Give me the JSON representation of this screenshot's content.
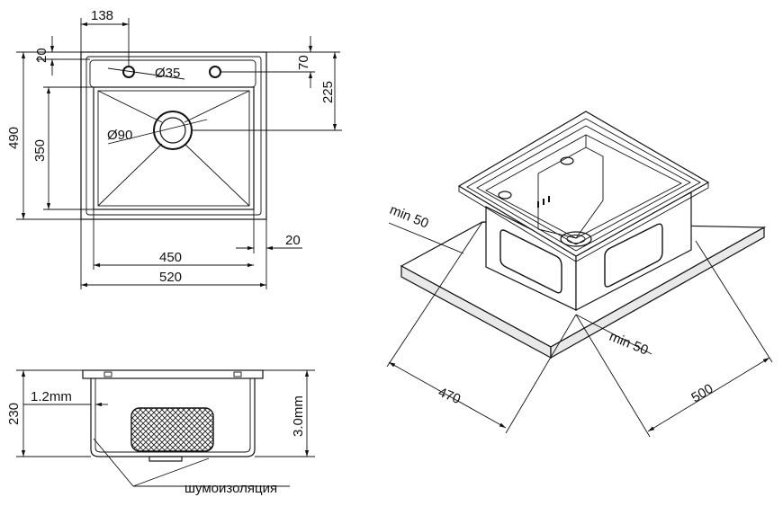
{
  "top_view": {
    "dims": {
      "d138": "138",
      "d20_top": "20",
      "d70": "70",
      "d225": "225",
      "d35": "Ø35",
      "d90": "Ø90",
      "d490": "490",
      "d350": "350",
      "d450": "450",
      "d20_bottom": "20",
      "d520": "520"
    }
  },
  "side_view": {
    "dims": {
      "d230": "230",
      "d12": "1.2mm",
      "d30": "3.0mm"
    },
    "insulation_label": "шумоизоляция"
  },
  "iso_view": {
    "dims": {
      "min50_left": "min 50",
      "min50_right": "min 50",
      "d470": "470",
      "d500": "500"
    }
  }
}
